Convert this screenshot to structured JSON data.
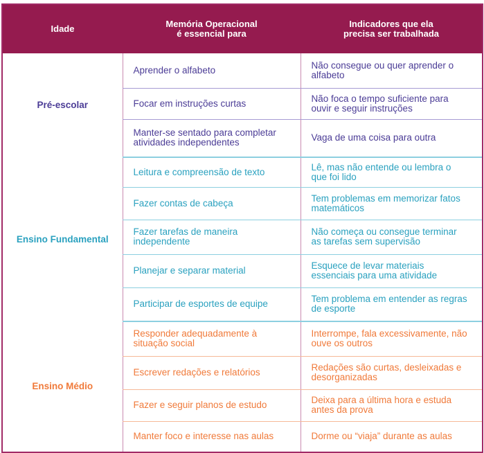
{
  "header": {
    "col1": "Idade",
    "col2": "Memória Operacional\né essencial para",
    "col3": "Indicadores que ela\nprecisa ser trabalhada"
  },
  "colors": {
    "header": "#951b4f",
    "pre": "#4b3c96",
    "fundamental": "#2aa1bf",
    "medio": "#f07a3a"
  },
  "groups": [
    {
      "age": "Pré-escolar",
      "rows": [
        {
          "need": "Aprender o alfabeto",
          "indicator": "Não consegue ou quer aprender o alfabeto"
        },
        {
          "need": "Focar em instruções curtas",
          "indicator": "Não foca o tempo suficiente para ouvir e seguir instruções"
        },
        {
          "need": "Manter-se sentado para completar atividades independentes",
          "indicator": "Vaga de uma coisa para outra"
        }
      ]
    },
    {
      "age": "Ensino Fundamental",
      "rows": [
        {
          "need": "Leitura e compreensão de texto",
          "indicator": "Lê, mas não entende ou lembra o que foi lido"
        },
        {
          "need": "Fazer contas de cabeça",
          "indicator": "Tem problemas em memorizar fatos matemáticos"
        },
        {
          "need": "Fazer tarefas de maneira independente",
          "indicator": "Não começa ou consegue terminar as tarefas sem supervisão"
        },
        {
          "need": "Planejar e separar material",
          "indicator": "Esquece de levar materiais essenciais para uma atividade"
        },
        {
          "need": "Participar de esportes de equipe",
          "indicator": "Tem problema em entender as regras de esporte"
        }
      ]
    },
    {
      "age": "Ensino Médio",
      "rows": [
        {
          "need": "Responder adequadamente à situação social",
          "indicator": "Interrompe, fala excessivamente, não ouve os outros"
        },
        {
          "need": "Escrever redações e relatórios",
          "indicator": "Redações são curtas, desleixadas e desorganizadas"
        },
        {
          "need": "Fazer e seguir planos de estudo",
          "indicator": "Deixa para a última hora e estuda antes da prova"
        },
        {
          "need": "Manter foco e interesse nas aulas",
          "indicator": "Dorme ou “viaja” durante as aulas"
        }
      ]
    }
  ]
}
